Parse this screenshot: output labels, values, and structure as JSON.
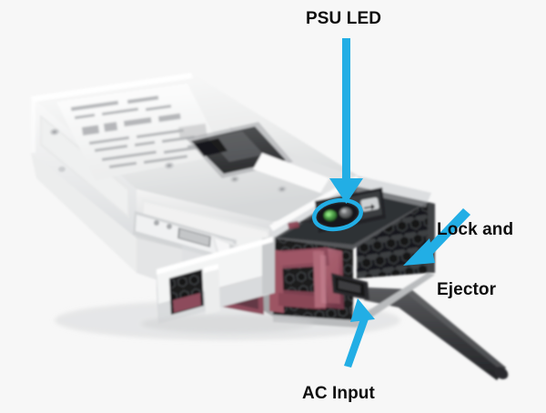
{
  "figure": {
    "background_color": "#f7f7f7",
    "subject": "server power supply unit (PSU) module, three-quarter view",
    "annotation_color": "#22AEE5",
    "label_color": "#0d0d0d"
  },
  "callouts": [
    {
      "id": "psu-led",
      "label": "PSU LED",
      "arrow": "straight-down",
      "target": "status LED pair on front face",
      "highlight": "cyan ellipse around two LEDs"
    },
    {
      "id": "lock-and-ejector",
      "label": "Lock and\nEjector",
      "label_line1": "Lock and",
      "label_line2": "Ejector",
      "arrow": "diagonal-down-left",
      "target": "latch on right edge of module"
    },
    {
      "id": "ac-input",
      "label": "AC Input",
      "arrow": "diagonal-up-right",
      "target": "AC input connector behind handle"
    }
  ],
  "device": {
    "chassis_color": "#d9dadb",
    "chassis_highlight": "#f2f2f2",
    "chassis_shadow": "#b6b8ba",
    "label_sticker_color": "#f6f7f7",
    "grille_color": "#2a2b2d",
    "handle_color": "#9b5566",
    "cable_color": "#36373a",
    "led_on_color": "#4ea34a",
    "led_off_color": "#5a5c5e"
  }
}
